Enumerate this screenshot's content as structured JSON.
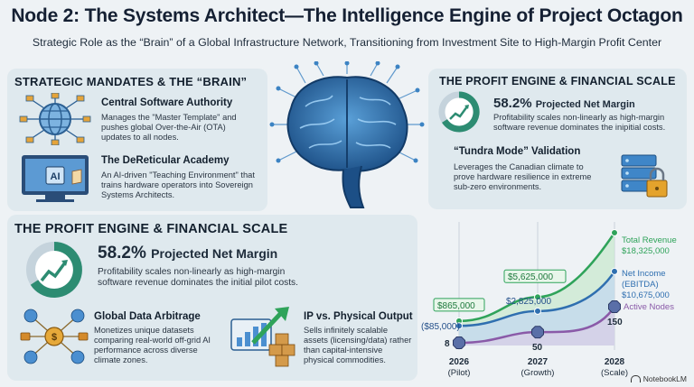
{
  "header": {
    "title": "Node 2: The Systems Architect—The Intelligence Engine of Project Octagon",
    "subtitle": "Strategic Role as the “Brain” of a Global Infrastructure Network, Transitioning from Investment Site to High-Margin Profit Center"
  },
  "left_panel": {
    "heading": "STRATEGIC MANDATES & THE “BRAIN”",
    "items": [
      {
        "title": "Central Software Authority",
        "body": "Manages the \"Master Template\" and pushes global Over-the-Air (OTA) updates to all nodes."
      },
      {
        "title": "The DeReticular Academy",
        "body": "An AI-driven \"Teaching Environment\" that trains hardware operators into Sovereign Systems Architects.",
        "icon_text": "AI"
      }
    ]
  },
  "right_panel": {
    "heading": "THE PROFIT ENGINE & FINANCIAL SCALE",
    "margin_value": "58.2%",
    "margin_label": "Projected Net Margin",
    "margin_body": "Profitability scales non-linearly as high-margin software revenue dominates the inipitial costs.",
    "tundra_title": "“Tundra Mode” Validation",
    "tundra_body": "Leverages the Canadian climate to prove hardware resilience in extreme sub-zero environments."
  },
  "bottom_panel": {
    "heading": "THE PROFIT ENGINE & FINANCIAL SCALE",
    "margin_value": "58.2%",
    "margin_label": "Projected Net Margin",
    "margin_body": "Profitability scales non-linearly as high-margin software revenue dominates the initial pilot costs.",
    "items": [
      {
        "title": "Global Data Arbitrage",
        "body": "Monetizes unique datasets comparing real-world off-grid AI performance across diverse climate zones."
      },
      {
        "title": "IP vs. Physical Output",
        "body": "Sells infinitely scalable assets (licensing/data) rather than capital-intensive physical commodities."
      }
    ]
  },
  "chart_data": {
    "type": "line",
    "x": [
      "2026",
      "2027",
      "2028"
    ],
    "x_sublabels": [
      "(Pilot)",
      "(Growth)",
      "(Scale)"
    ],
    "series": [
      {
        "name": "Total Revenue",
        "label": "$18,325,000",
        "values": [
          865000,
          5625000,
          18325000
        ],
        "point_labels": [
          "$865,000",
          "$5,625,000",
          ""
        ],
        "color": "#2fa35a"
      },
      {
        "name": "Net Income (EBITDA)",
        "label": "$10,675,000",
        "values": [
          -85000,
          2825000,
          10675000
        ],
        "point_labels": [
          "($85,000)",
          "$2,825,000",
          ""
        ],
        "color": "#2f6fb0"
      },
      {
        "name": "Active Nodes",
        "values": [
          8,
          50,
          150
        ],
        "point_labels": [
          "8",
          "50",
          "150"
        ],
        "color": "#8a5aa8"
      }
    ]
  },
  "footer": {
    "brand": "NotebookLM"
  },
  "colors": {
    "panel": "#dfe9ee",
    "green": "#2fa35a",
    "blue": "#2f6fb0",
    "purple": "#8a5aa8"
  }
}
